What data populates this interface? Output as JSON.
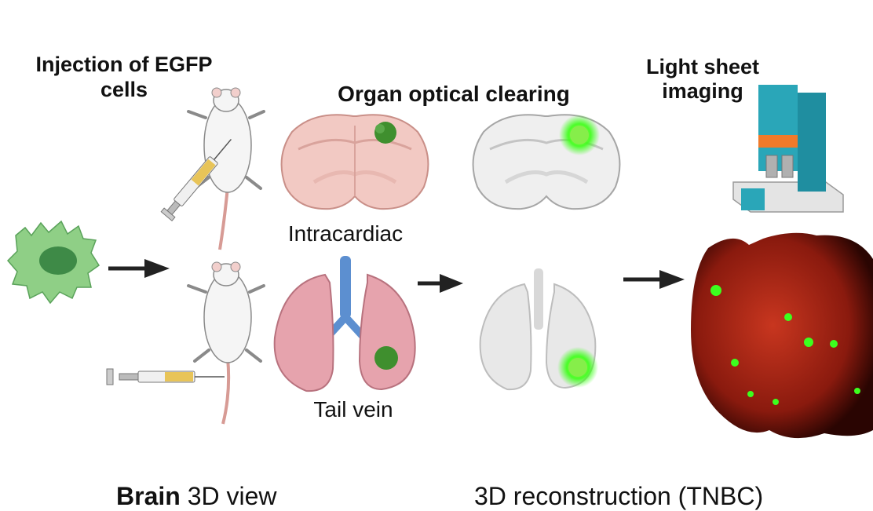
{
  "titles": {
    "injection_line1": "Injection of EGFP",
    "injection_line2": "cells",
    "clearing": "Organ optical clearing",
    "lightsheet_line1": "Light sheet",
    "lightsheet_line2": "imaging"
  },
  "routes": {
    "intracardiac": "Intracardiac",
    "tail_vein": "Tail vein"
  },
  "captions": {
    "brain_bold": "Brain",
    "brain_rest": " 3D view",
    "reconstruction": "3D reconstruction (TNBC)"
  },
  "colors": {
    "cell_fill": "#7cc77a",
    "brain_fill": "#f2c9c3",
    "lung_fill": "#e6a3ad",
    "tumor": "#3f8f2e",
    "egfp_glow": "#39ff14",
    "microscope": "#2aa6b8",
    "tissue_red": "#c0281a"
  },
  "icons": [
    "egfp-cell-icon",
    "mouse-icon",
    "syringe-icon",
    "brain-section-icon",
    "lung-icon",
    "microscope-icon",
    "arrow-icon"
  ]
}
